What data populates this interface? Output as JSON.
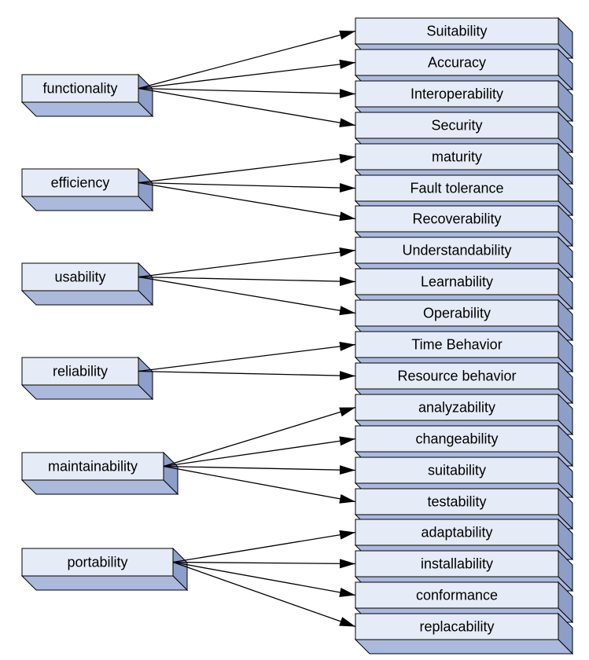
{
  "colors": {
    "box_face": "#e6ecf7",
    "box_top": "#aab9dc",
    "box_side": "#8d9ec9",
    "border": "#000000",
    "arrow": "#000000"
  },
  "characteristics": [
    {
      "label": "functionality",
      "sub_characteristics": [
        "Suitability",
        "Accuracy",
        "Interoperability",
        "Security"
      ]
    },
    {
      "label": "efficiency",
      "sub_characteristics": [
        "maturity",
        "Fault tolerance",
        "Recoverability"
      ]
    },
    {
      "label": "usability",
      "sub_characteristics": [
        "Understandability",
        "Learnability",
        "Operability"
      ]
    },
    {
      "label": "reliability",
      "sub_characteristics": [
        "Time Behavior",
        "Resource behavior"
      ]
    },
    {
      "label": "maintainability",
      "sub_characteristics": [
        "analyzability",
        "changeability",
        "suitability",
        "testability"
      ]
    },
    {
      "label": "portability",
      "sub_characteristics": [
        "adaptability",
        "installability",
        "conformance",
        "replacability"
      ]
    }
  ]
}
